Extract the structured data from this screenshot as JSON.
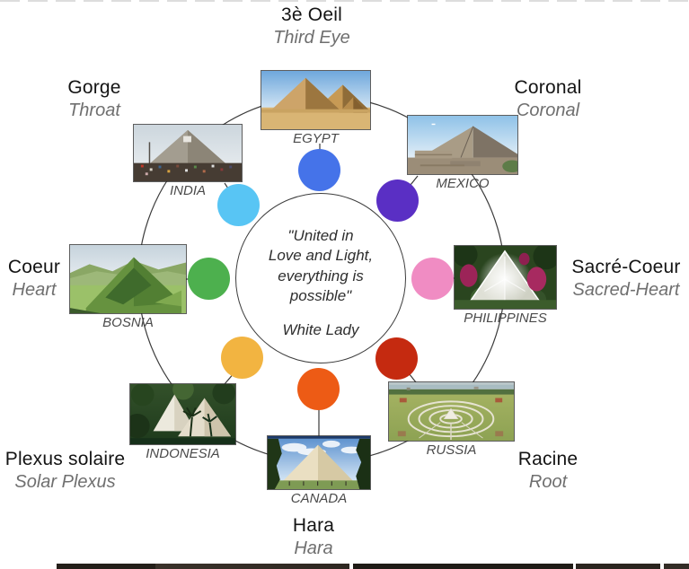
{
  "quote": {
    "text": "\"United in\nLove and Light,\neverything is\npossible\"",
    "author": "White Lady"
  },
  "nodes": [
    {
      "id": "third-eye",
      "title_fr": "3è Oeil",
      "title_en": "Third Eye",
      "country": "EGYPT",
      "color": "#4573e9"
    },
    {
      "id": "crown",
      "title_fr": "Coronal",
      "title_en": "Coronal",
      "country": "MEXICO",
      "color": "#5a2fc4"
    },
    {
      "id": "sacred-heart",
      "title_fr": "Sacré-Coeur",
      "title_en": "Sacred-Heart",
      "country": "PHILIPPINES",
      "color": "#f08cc3"
    },
    {
      "id": "root",
      "title_fr": "Racine",
      "title_en": "Root",
      "country": "RUSSIA",
      "color": "#c52a10"
    },
    {
      "id": "hara",
      "title_fr": "Hara",
      "title_en": "Hara",
      "country": "CANADA",
      "color": "#ed5b15"
    },
    {
      "id": "solar-plexus",
      "title_fr": "Plexus solaire",
      "title_en": "Solar Plexus",
      "country": "INDONESIA",
      "color": "#f2b441"
    },
    {
      "id": "heart",
      "title_fr": "Coeur",
      "title_en": "Heart",
      "country": "BOSNIA",
      "color": "#4db04e"
    },
    {
      "id": "throat",
      "title_fr": "Gorge",
      "title_en": "Throat",
      "country": "INDIA",
      "color": "#58c5f4"
    }
  ]
}
